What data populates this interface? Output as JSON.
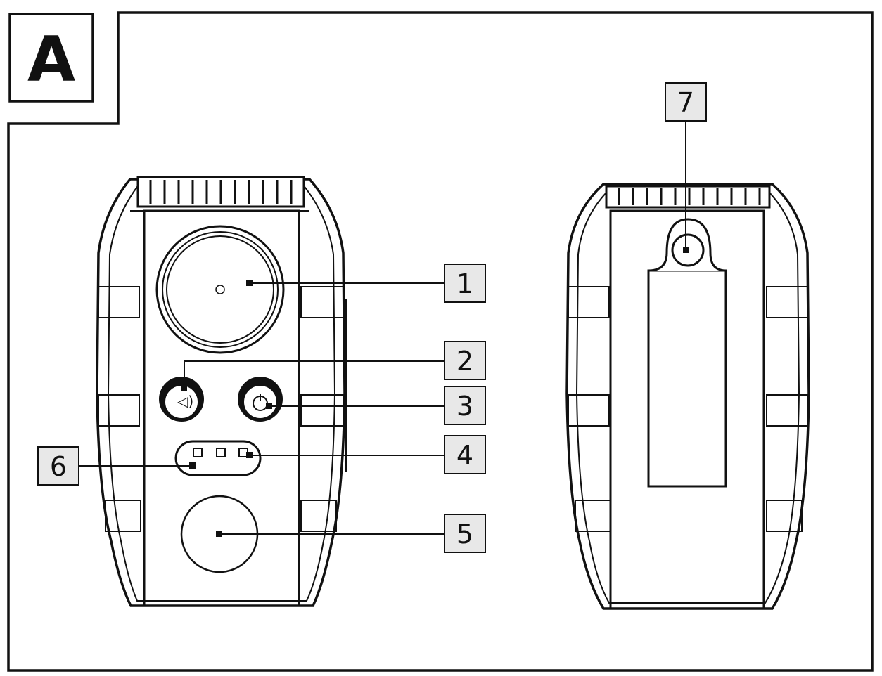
{
  "panel": {
    "letter": "A"
  },
  "callouts": [
    {
      "id": "1",
      "label": "1"
    },
    {
      "id": "2",
      "label": "2"
    },
    {
      "id": "3",
      "label": "3"
    },
    {
      "id": "4",
      "label": "4"
    },
    {
      "id": "5",
      "label": "5"
    },
    {
      "id": "6",
      "label": "6"
    },
    {
      "id": "7",
      "label": "7"
    }
  ]
}
